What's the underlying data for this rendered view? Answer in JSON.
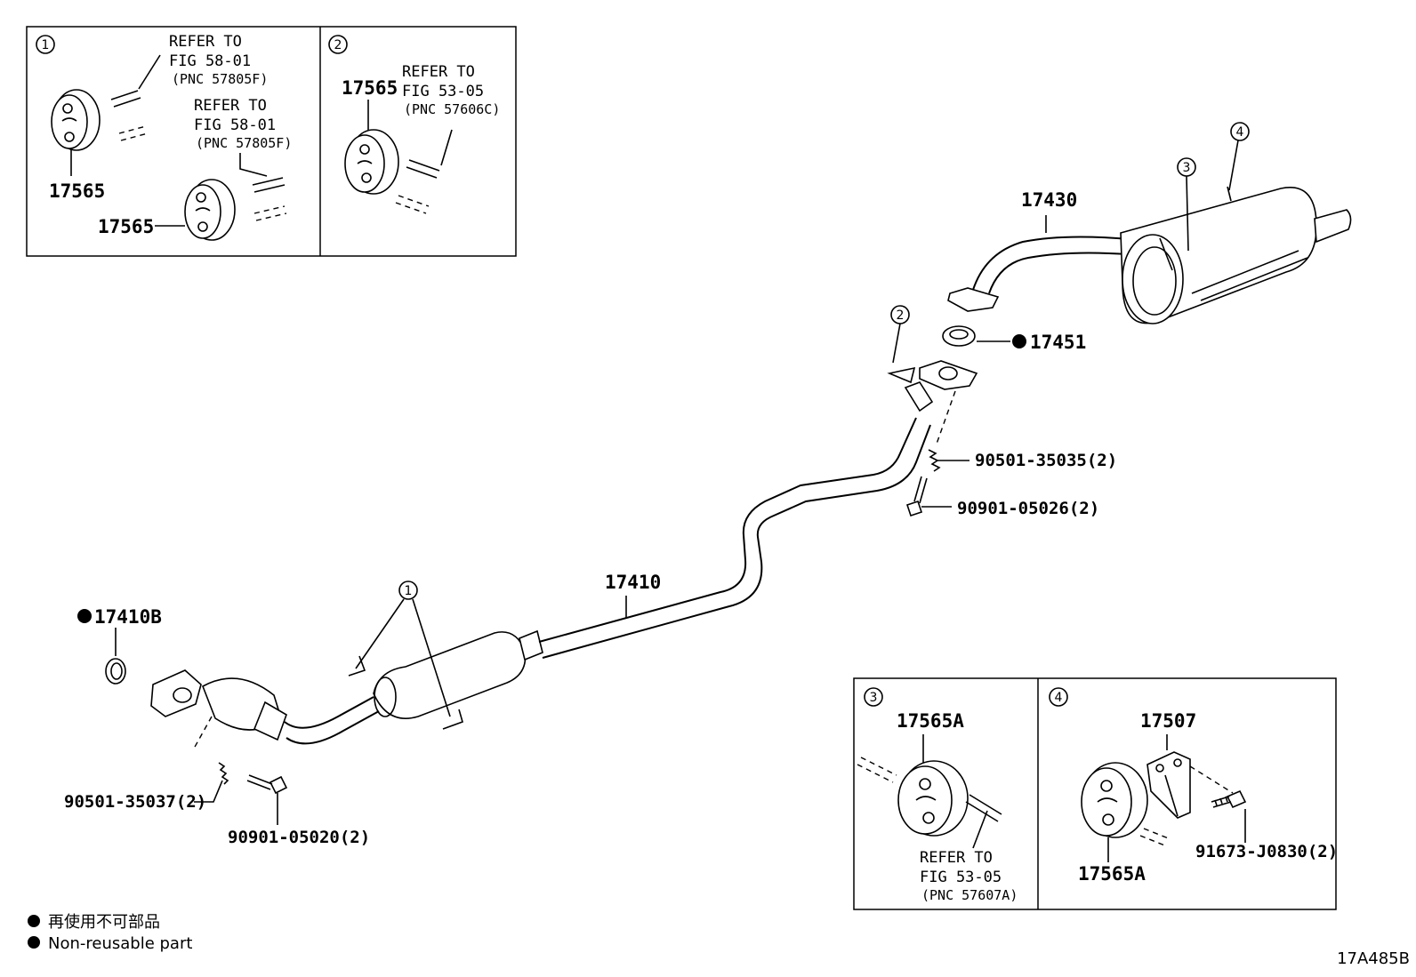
{
  "inset1": {
    "circle": "1",
    "ref_a": [
      "REFER TO",
      "FIG 58-01",
      "(PNC 57805F)"
    ],
    "ref_b": [
      "REFER TO",
      "FIG 58-01",
      "(PNC 57805F)"
    ],
    "part_a": "17565",
    "part_b": "17565"
  },
  "inset2": {
    "circle": "2",
    "part": "17565",
    "ref": [
      "REFER TO",
      "FIG 53-05",
      "(PNC 57606C)"
    ]
  },
  "inset3": {
    "circle": "3",
    "part": "17565A",
    "ref": [
      "REFER TO",
      "FIG 53-05",
      "(PNC 57607A)"
    ]
  },
  "inset4": {
    "circle": "4",
    "part_bracket": "17507",
    "part_hanger": "17565A",
    "bolt": "91673-J0830(2)"
  },
  "main": {
    "muffler": "17430",
    "gasket_rear": "17451",
    "center_pipe": "17410",
    "gasket_front": "17410B",
    "spring_rear": "90501-35035(2)",
    "bolt_rear": "90901-05026(2)",
    "spring_front": "90501-35037(2)",
    "bolt_front": "90901-05020(2)",
    "callout_1": "1",
    "callout_2": "2",
    "callout_3": "3",
    "callout_4": "4"
  },
  "legend": {
    "line_jp": "再使用不可部品",
    "line_en": "Non-reusable part"
  },
  "figure_id": "17A485B"
}
